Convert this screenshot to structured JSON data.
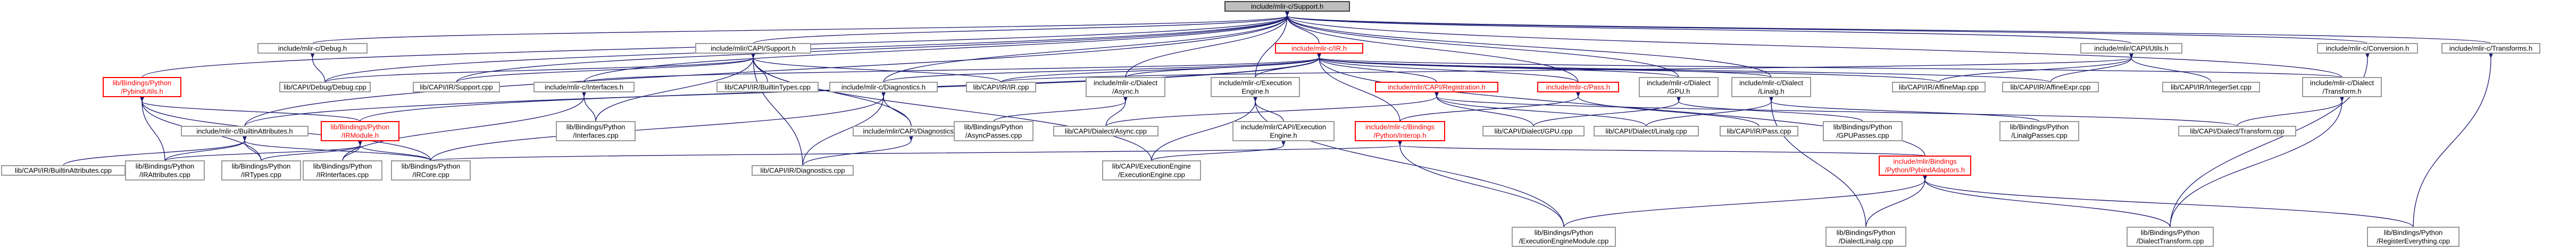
{
  "colors": {
    "edge": "#191970",
    "node_border": "#999999",
    "root_fill": "#bfbfbf",
    "root_border": "#404040",
    "highlight": "#ff0000"
  },
  "nodes": [
    {
      "id": "root",
      "lines": [
        "include/mlir-c/Support.h"
      ]
    },
    {
      "id": "debug_h",
      "lines": [
        "include/mlir-c/Debug.h"
      ]
    },
    {
      "id": "capi_support_h",
      "lines": [
        "include/mlir/CAPI/Support.h"
      ]
    },
    {
      "id": "ir_h",
      "lines": [
        "include/mlir-c/IR.h"
      ]
    },
    {
      "id": "capi_utils_h",
      "lines": [
        "include/mlir/CAPI/Utils.h"
      ]
    },
    {
      "id": "conversion_h",
      "lines": [
        "include/mlir-c/Conversion.h"
      ]
    },
    {
      "id": "transforms_h",
      "lines": [
        "include/mlir-c/Transforms.h"
      ]
    },
    {
      "id": "pybind_utils_h",
      "lines": [
        "lib/Bindings/Python",
        "/PybindUtils.h"
      ]
    },
    {
      "id": "capi_debug_cpp",
      "lines": [
        "lib/CAPI/Debug/Debug.cpp"
      ]
    },
    {
      "id": "capi_ir_support_cpp",
      "lines": [
        "lib/CAPI/IR/Support.cpp"
      ]
    },
    {
      "id": "capi_builtintypes_cpp",
      "lines": [
        "lib/CAPI/IR/BuiltinTypes.cpp"
      ]
    },
    {
      "id": "interfaces_h",
      "lines": [
        "include/mlir-c/Interfaces.h"
      ]
    },
    {
      "id": "diagnostics_h",
      "lines": [
        "include/mlir-c/Diagnostics.h"
      ]
    },
    {
      "id": "capi_ir_cpp",
      "lines": [
        "lib/CAPI/IR/IR.cpp"
      ]
    },
    {
      "id": "async_h",
      "lines": [
        "include/mlir-c/Dialect",
        "/Async.h"
      ]
    },
    {
      "id": "ee_h",
      "lines": [
        "include/mlir-c/Execution",
        "Engine.h"
      ]
    },
    {
      "id": "registration_h",
      "lines": [
        "include/mlir/CAPI/Registration.h"
      ]
    },
    {
      "id": "pass_h",
      "lines": [
        "include/mlir-c/Pass.h"
      ]
    },
    {
      "id": "gpu_h",
      "lines": [
        "include/mlir-c/Dialect",
        "/GPU.h"
      ]
    },
    {
      "id": "linalg_h",
      "lines": [
        "include/mlir-c/Dialect",
        "/Linalg.h"
      ]
    },
    {
      "id": "affinemap_cpp",
      "lines": [
        "lib/CAPI/IR/AffineMap.cpp"
      ]
    },
    {
      "id": "affineexpr_cpp",
      "lines": [
        "lib/CAPI/IR/AffineExpr.cpp"
      ]
    },
    {
      "id": "integerset_cpp",
      "lines": [
        "lib/CAPI/IR/IntegerSet.cpp"
      ]
    },
    {
      "id": "transform_h",
      "lines": [
        "include/mlir-c/Dialect",
        "/Transform.h"
      ]
    },
    {
      "id": "builtinattributes_h",
      "lines": [
        "include/mlir-c/BuiltinAttributes.h"
      ]
    },
    {
      "id": "irmodule_h",
      "lines": [
        "lib/Bindings/Python",
        "/IRModule.h"
      ]
    },
    {
      "id": "py_interfaces_cpp",
      "lines": [
        "lib/Bindings/Python",
        "/Interfaces.cpp"
      ]
    },
    {
      "id": "capi_diagnostics_h",
      "lines": [
        "include/mlir/CAPI/Diagnostics.h"
      ]
    },
    {
      "id": "py_asyncpasses_cpp",
      "lines": [
        "lib/Bindings/Python",
        "/AsyncPasses.cpp"
      ]
    },
    {
      "id": "capi_async_cpp",
      "lines": [
        "lib/CAPI/Dialect/Async.cpp"
      ]
    },
    {
      "id": "capi_ee_h",
      "lines": [
        "include/mlir/CAPI/Execution",
        "Engine.h"
      ]
    },
    {
      "id": "bindings_interop_h",
      "lines": [
        "include/mlir-c/Bindings",
        "/Python/Interop.h"
      ]
    },
    {
      "id": "capi_gpu_cpp",
      "lines": [
        "lib/CAPI/Dialect/GPU.cpp"
      ]
    },
    {
      "id": "capi_linalg_cpp",
      "lines": [
        "lib/CAPI/Dialect/Linalg.cpp"
      ]
    },
    {
      "id": "capi_pass_cpp",
      "lines": [
        "lib/CAPI/IR/Pass.cpp"
      ]
    },
    {
      "id": "py_gpupasses_cpp",
      "lines": [
        "lib/Bindings/Python",
        "/GPUPasses.cpp"
      ]
    },
    {
      "id": "py_linalgpasses_cpp",
      "lines": [
        "lib/Bindings/Python",
        "/LinalgPasses.cpp"
      ]
    },
    {
      "id": "capi_transform_cpp",
      "lines": [
        "lib/CAPI/Dialect/Transform.cpp"
      ]
    },
    {
      "id": "capi_builtinattributes_cpp",
      "lines": [
        "lib/CAPI/IR/BuiltinAttributes.cpp"
      ]
    },
    {
      "id": "py_irattributes_cpp",
      "lines": [
        "lib/Bindings/Python",
        "/IRAttributes.cpp"
      ]
    },
    {
      "id": "py_irtypes_cpp",
      "lines": [
        "lib/Bindings/Python",
        "/IRTypes.cpp"
      ]
    },
    {
      "id": "py_irinterfaces_cpp",
      "lines": [
        "lib/Bindings/Python",
        "/IRInterfaces.cpp"
      ]
    },
    {
      "id": "py_ircore_cpp",
      "lines": [
        "lib/Bindings/Python",
        "/IRCore.cpp"
      ]
    },
    {
      "id": "capi_diagnostics_cpp",
      "lines": [
        "lib/CAPI/IR/Diagnostics.cpp"
      ]
    },
    {
      "id": "capi_ee_cpp",
      "lines": [
        "lib/CAPI/ExecutionEngine",
        "/ExecutionEngine.cpp"
      ]
    },
    {
      "id": "pybind_adaptors_h",
      "lines": [
        "include/mlir/Bindings",
        "/Python/PybindAdaptors.h"
      ]
    },
    {
      "id": "py_eemodule_cpp",
      "lines": [
        "lib/Bindings/Python",
        "/ExecutionEngineModule.cpp"
      ]
    },
    {
      "id": "py_dialectlinalg_cpp",
      "lines": [
        "lib/Bindings/Python",
        "/DialectLinalg.cpp"
      ]
    },
    {
      "id": "py_dialecttransform_cpp",
      "lines": [
        "lib/Bindings/Python",
        "/DialectTransform.cpp"
      ]
    },
    {
      "id": "py_registereverything_cpp",
      "lines": [
        "lib/Bindings/Python",
        "/RegisterEverything.cpp"
      ]
    }
  ]
}
